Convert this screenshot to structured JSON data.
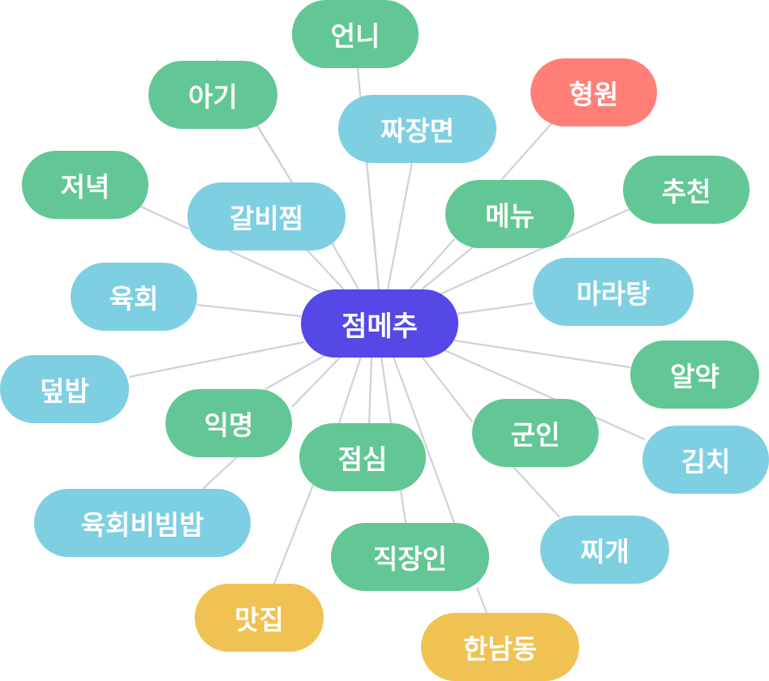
{
  "colors": {
    "center": "#5548e6",
    "green": "#62c794",
    "blue": "#7fcfe3",
    "red": "#ff7f78",
    "yellow": "#f0c253",
    "edge": "#cfd0dc"
  },
  "center": {
    "label": "점메추",
    "color_key": "center"
  },
  "keywords": [
    {
      "id": "unni",
      "label": "언니",
      "color_key": "green"
    },
    {
      "id": "agi",
      "label": "아기",
      "color_key": "green"
    },
    {
      "id": "hyeongwon",
      "label": "형원",
      "color_key": "red"
    },
    {
      "id": "jjajangmyeon",
      "label": "짜장면",
      "color_key": "blue"
    },
    {
      "id": "jeonyeok",
      "label": "저녁",
      "color_key": "green"
    },
    {
      "id": "galbijjim",
      "label": "갈비찜",
      "color_key": "blue"
    },
    {
      "id": "menu",
      "label": "메뉴",
      "color_key": "green"
    },
    {
      "id": "chucheon",
      "label": "추천",
      "color_key": "green"
    },
    {
      "id": "yukhoe",
      "label": "육회",
      "color_key": "blue"
    },
    {
      "id": "malatang",
      "label": "마라탕",
      "color_key": "blue"
    },
    {
      "id": "albap",
      "label": "알약",
      "color_key": "green"
    },
    {
      "id": "deopbap",
      "label": "덮밥",
      "color_key": "blue"
    },
    {
      "id": "ikmyeong",
      "label": "익명",
      "color_key": "green"
    },
    {
      "id": "gunin",
      "label": "군인",
      "color_key": "green"
    },
    {
      "id": "kimchi",
      "label": "김치",
      "color_key": "blue"
    },
    {
      "id": "jeomsim",
      "label": "점심",
      "color_key": "green"
    },
    {
      "id": "yukhoebibimbap",
      "label": "육회비빔밥",
      "color_key": "blue"
    },
    {
      "id": "jjigae",
      "label": "찌개",
      "color_key": "blue"
    },
    {
      "id": "jikjangin",
      "label": "직장인",
      "color_key": "green"
    },
    {
      "id": "matjip",
      "label": "맛집",
      "color_key": "yellow"
    },
    {
      "id": "hannamdong",
      "label": "한남동",
      "color_key": "yellow"
    }
  ]
}
